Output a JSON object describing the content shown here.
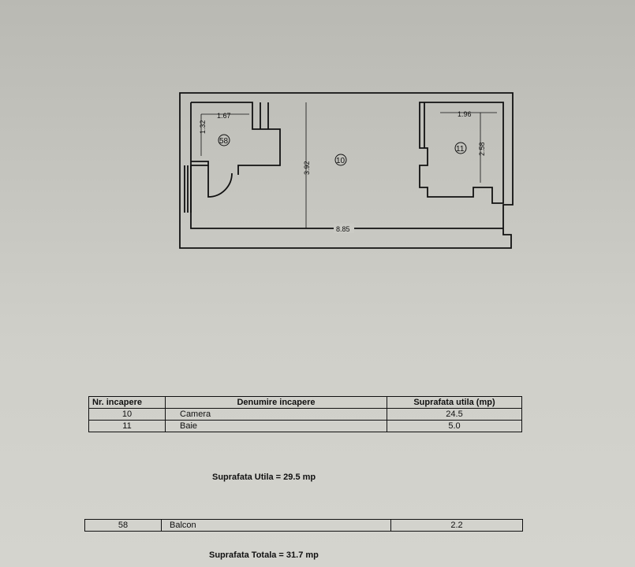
{
  "plan": {
    "dimensions": {
      "d_167": "1.67",
      "d_132": "1.32",
      "d_392": "3.92",
      "d_885": "8.85",
      "d_196": "1.96",
      "d_258": "2.58"
    },
    "room_labels": {
      "balcony": "58",
      "main": "10",
      "bath": "11"
    }
  },
  "rooms_table": {
    "headers": [
      "Nr. incapere",
      "Denumire incapere",
      "Suprafata utila (mp)"
    ],
    "rows": [
      {
        "nr": "10",
        "name": "Camera",
        "area": "24.5"
      },
      {
        "nr": "11",
        "name": "Baie",
        "area": "5.0"
      }
    ]
  },
  "summary": {
    "utila": "Suprafata Utila = 29.5 mp",
    "totala": "Suprafata Totala = 31.7 mp"
  },
  "balcon_row": {
    "nr": "58",
    "name": "Balcon",
    "area": "2.2"
  }
}
